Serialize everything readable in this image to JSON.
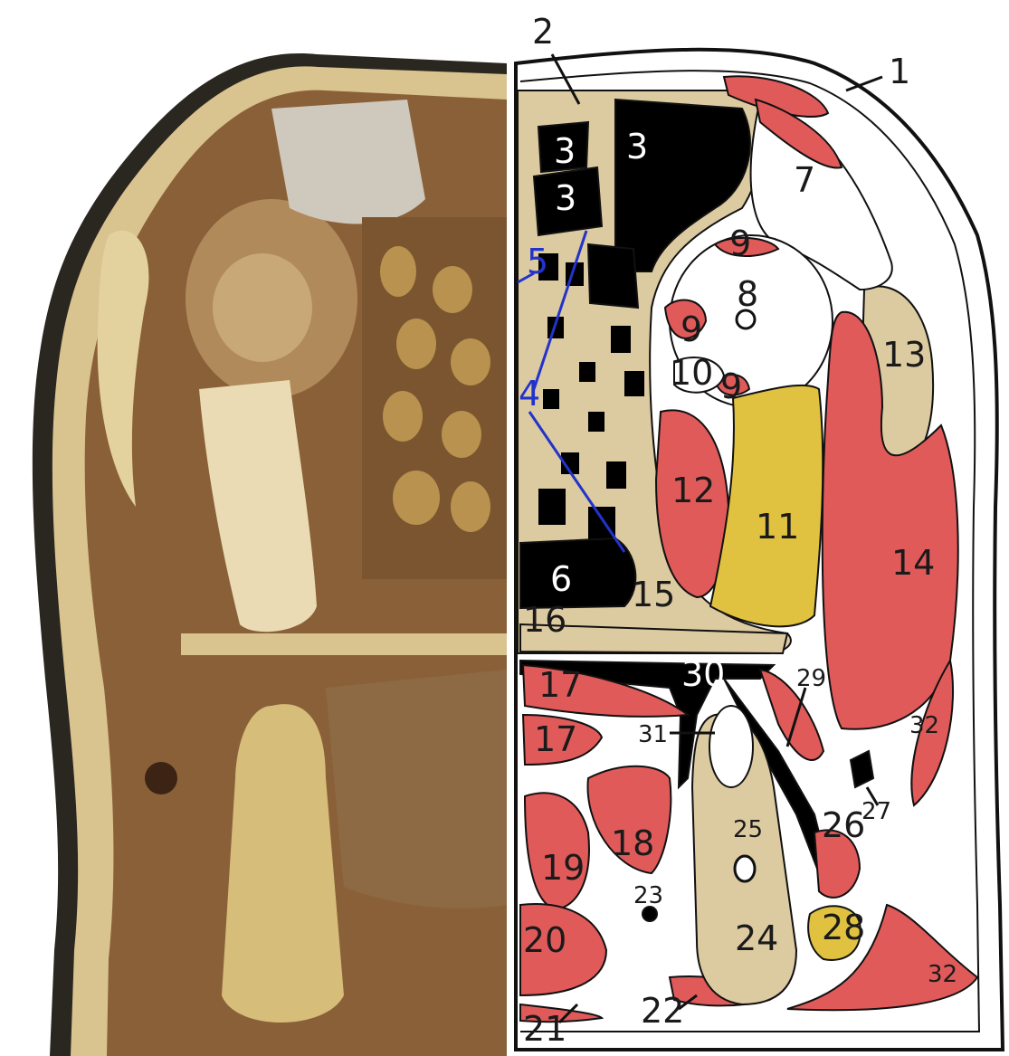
{
  "labels": {
    "l1": "1",
    "l2": "2",
    "l3a": "3",
    "l3b": "3",
    "l3c": "3",
    "l4": "4",
    "l5": "5",
    "l6": "6",
    "l7": "7",
    "l8": "8",
    "l9a": "9",
    "l9b": "9",
    "l9c": "9",
    "l10": "10",
    "l11": "11",
    "l12": "12",
    "l13": "13",
    "l14": "14",
    "l15": "15",
    "l16": "16",
    "l17a": "17",
    "l17b": "17",
    "l18": "18",
    "l19": "19",
    "l20": "20",
    "l21": "21",
    "l22": "22",
    "l23": "23",
    "l24": "24",
    "l25": "25",
    "l26": "26",
    "l27": "27",
    "l28": "28",
    "l29": "29",
    "l30": "30",
    "l31": "31",
    "l32a": "32",
    "l32b": "32"
  },
  "colors": {
    "muscle": "#e05a5a",
    "bone": "#dccaa0",
    "fat": "#e0c240",
    "cavity": "#000000",
    "photo_dark": "#7a5632",
    "photo_light": "#e8d8a8",
    "annotation_blue": "#2233cc"
  }
}
